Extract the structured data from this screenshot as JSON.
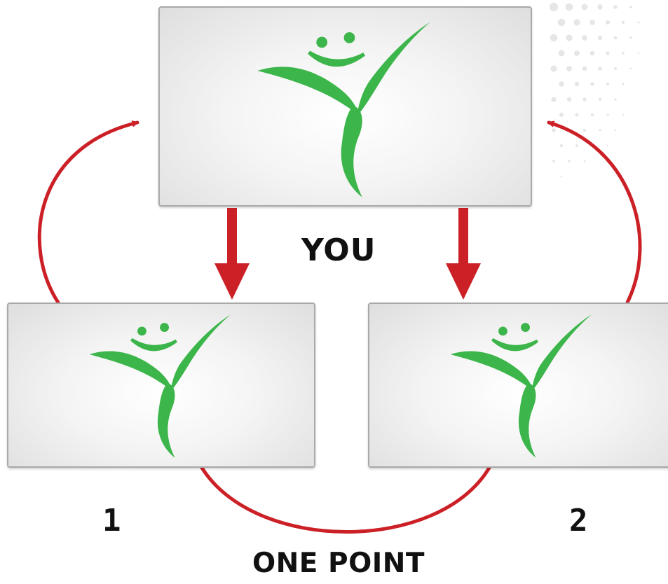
{
  "labels": {
    "you": "YOU",
    "one": "1",
    "two": "2",
    "one_point": "ONE POINT"
  },
  "nodes": [
    {
      "id": "you",
      "icon": "y-figure-logo-icon"
    },
    {
      "id": "one",
      "icon": "y-figure-logo-icon"
    },
    {
      "id": "two",
      "icon": "y-figure-logo-icon"
    }
  ],
  "edges": [
    {
      "from": "you",
      "to": "one",
      "style": "straight-arrow"
    },
    {
      "from": "you",
      "to": "two",
      "style": "straight-arrow"
    },
    {
      "from": "one",
      "to": "you",
      "style": "curved-arrow"
    },
    {
      "from": "two",
      "to": "you",
      "style": "curved-arrow"
    },
    {
      "from": "one",
      "to": "two",
      "style": "curved-connector"
    }
  ],
  "colors": {
    "arrow": "#cc2027",
    "logo_green": "#3cb54a",
    "card_border": "#a9a9a9",
    "text": "#111111",
    "dots": "#e6e6e6"
  }
}
